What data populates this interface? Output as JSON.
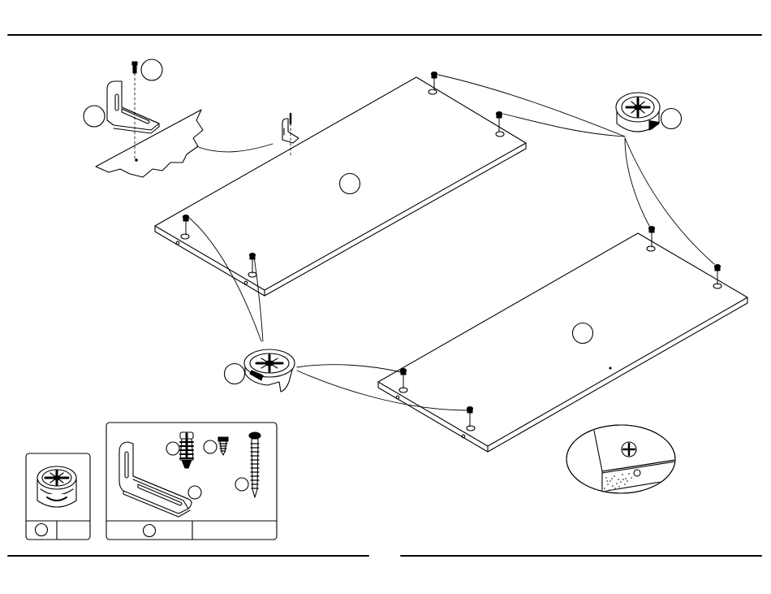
{
  "diagram": {
    "kind": "assembly-instruction-step",
    "callout_circles": "unlabeled",
    "parts": {
      "upper_panel": "panel-with-cam-locks-and-bracket",
      "lower_panel": "panel-with-cam-locks",
      "cam_lock": "cam-lock",
      "l_bracket": "l-bracket",
      "anchor": "wall-anchor",
      "short_screw": "short-screw",
      "long_screw": "long-screw"
    },
    "colors": {
      "line": "#000000",
      "fill": "#ffffff"
    }
  }
}
